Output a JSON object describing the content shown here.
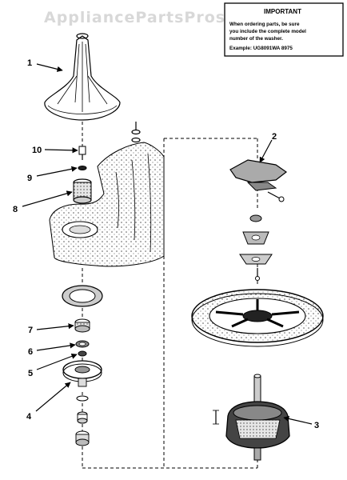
{
  "watermark": "AppliancePartsPros.com",
  "note": {
    "title": "IMPORTANT",
    "lines": [
      "When ordering parts, be sure",
      "you include the complete model",
      "number of the washer."
    ],
    "example": "Example: UG8091WA  8975"
  },
  "callouts": [
    "1",
    "2",
    "3",
    "4",
    "5",
    "6",
    "7",
    "8",
    "9",
    "10"
  ]
}
